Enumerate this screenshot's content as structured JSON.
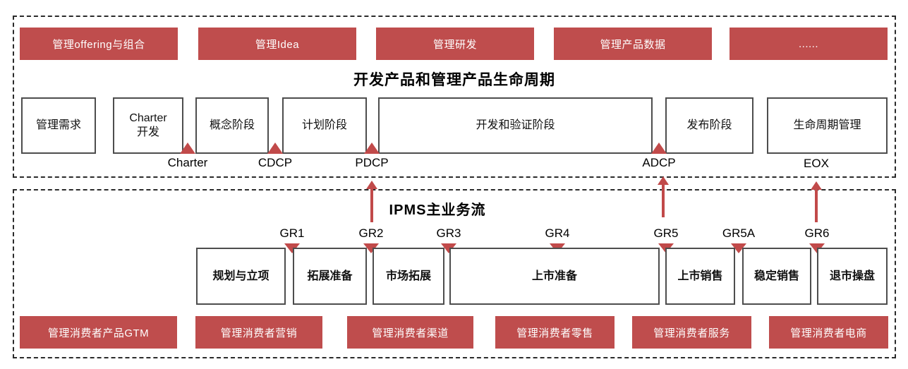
{
  "colors": {
    "module_red": "#BF4D4D",
    "marker_red": "#C14A4A",
    "box_border": "#4D4D4D",
    "dashed_border": "#2B2B2B"
  },
  "top_section": {
    "title": "开发产品和管理产品生命周期",
    "buttons": [
      "管理offering与组合",
      "管理Idea",
      "管理研发",
      "管理产品数据",
      "......"
    ],
    "stages": [
      "管理需求",
      "Charter开发",
      "概念阶段",
      "计划阶段",
      "开发和验证阶段",
      "发布阶段",
      "生命周期管理"
    ],
    "gates": [
      "Charter",
      "CDCP",
      "PDCP",
      "ADCP",
      "EOX"
    ]
  },
  "bottom_section": {
    "title": "IPMS主业务流",
    "gates": [
      "GR1",
      "GR2",
      "GR3",
      "GR4",
      "GR5",
      "GR5A",
      "GR6"
    ],
    "stages": [
      "规划与立项",
      "拓展准备",
      "市场拓展",
      "上市准备",
      "上市销售",
      "稳定销售",
      "退市操盘"
    ],
    "buttons": [
      "管理消费者产品GTM",
      "管理消费者营销",
      "管理消费者渠道",
      "管理消费者零售",
      "管理消费者服务",
      "管理消费者电商"
    ]
  }
}
